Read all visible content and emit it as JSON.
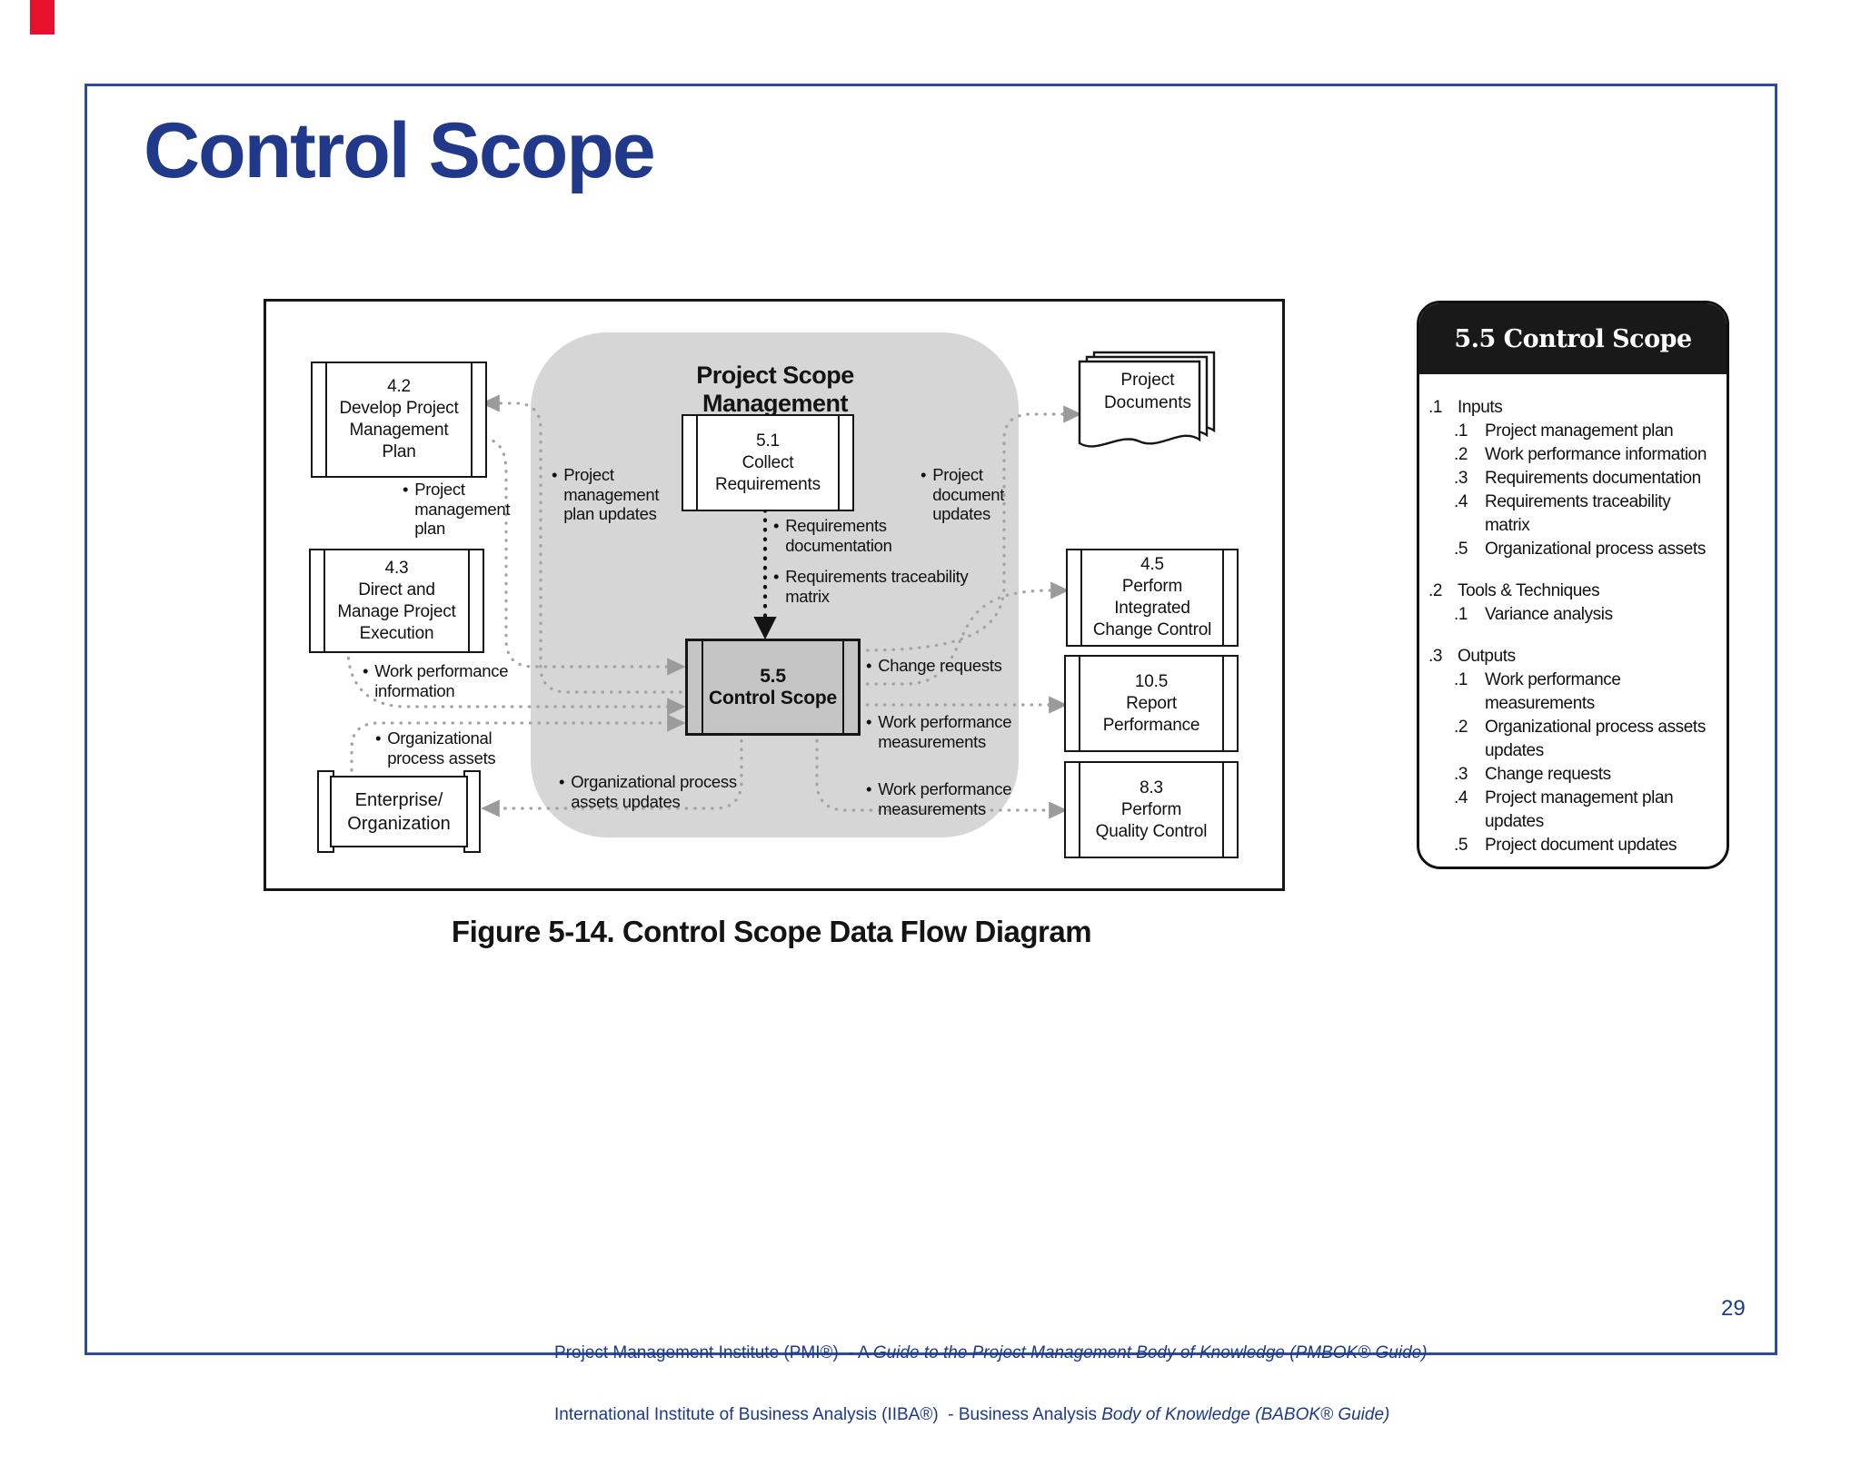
{
  "slide": {
    "title": "Control Scope",
    "page_number": "29",
    "colors": {
      "accent_blue": "#21398b",
      "frame_blue": "#2e4c9e",
      "marker_red": "#e8112d",
      "region_gray": "#d6d6d6",
      "process_box_gray": "#c5c5c5"
    }
  },
  "figure": {
    "caption": "Figure 5-14. Control Scope Data Flow Diagram",
    "region_title": "Project Scope Management"
  },
  "nodes": {
    "develop_pm_plan": {
      "num": "4.2",
      "name": "Develop Project\nManagement\nPlan"
    },
    "direct_manage": {
      "num": "4.3",
      "name": "Direct and\nManage Project\nExecution"
    },
    "collect_requirements": {
      "num": "5.1",
      "name": "Collect\nRequirements"
    },
    "control_scope": {
      "num": "5.5",
      "name": "Control Scope"
    },
    "perform_icc": {
      "num": "4.5",
      "name": "Perform\nIntegrated\nChange Control"
    },
    "report_performance": {
      "num": "10.5",
      "name": "Report\nPerformance"
    },
    "perform_qc": {
      "num": "8.3",
      "name": "Perform\nQuality Control"
    },
    "enterprise": {
      "name": "Enterprise/\nOrganization"
    },
    "project_documents": {
      "name": "Project\nDocuments"
    }
  },
  "flows": {
    "bullet": "•",
    "pm_plan": "Project\nmanagement\nplan",
    "pm_plan_updates": "Project\nmanagement\nplan updates",
    "req_documentation": "Requirements\ndocumentation",
    "req_traceability": "Requirements traceability\nmatrix",
    "project_doc_updates": "Project\ndocument\nupdates",
    "work_perf_info": "Work performance\ninformation",
    "org_process_assets": "Organizational\nprocess assets",
    "org_process_assets_updates": "Organizational process\nassets updates",
    "change_requests": "Change requests",
    "work_perf_measurements_1": "Work performance\nmeasurements",
    "work_perf_measurements_2": "Work performance\nmeasurements"
  },
  "panel": {
    "header": "5.5 Control Scope",
    "sections": [
      {
        "num": ".1",
        "title": "Inputs",
        "items": [
          {
            "num": ".1",
            "text": "Project management plan"
          },
          {
            "num": ".2",
            "text": "Work performance information"
          },
          {
            "num": ".3",
            "text": "Requirements documentation"
          },
          {
            "num": ".4",
            "text": "Requirements traceability\nmatrix"
          },
          {
            "num": ".5",
            "text": "Organizational process assets"
          }
        ]
      },
      {
        "num": ".2",
        "title": "Tools & Techniques",
        "items": [
          {
            "num": ".1",
            "text": "Variance analysis"
          }
        ]
      },
      {
        "num": ".3",
        "title": "Outputs",
        "items": [
          {
            "num": ".1",
            "text": "Work performance\nmeasurements"
          },
          {
            "num": ".2",
            "text": "Organizational process assets\nupdates"
          },
          {
            "num": ".3",
            "text": "Change requests"
          },
          {
            "num": ".4",
            "text": "Project management plan\nupdates"
          },
          {
            "num": ".5",
            "text": "Project document updates"
          }
        ]
      }
    ]
  },
  "footer": {
    "line1_normal": "Project Management Institute (PMI®)  - A ",
    "line1_italic": "Guide to the Project Management Body of Knowledge (PMBOK® Guide)",
    "line2_normal": "International Institute of Business Analysis (IIBA®)  - Business Analysis ",
    "line2_italic": "Body of Knowledge (BABOK® Guide)"
  }
}
